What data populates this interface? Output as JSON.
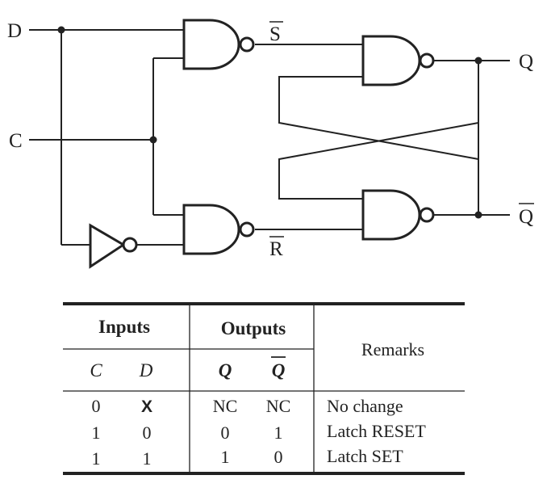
{
  "circuit": {
    "input_d": "D",
    "input_c": "C",
    "s_bar": "S",
    "r_bar": "R",
    "out_q": "Q",
    "out_q_bar": "Q"
  },
  "table": {
    "group_inputs": "Inputs",
    "group_outputs": "Outputs",
    "remarks_header": "Remarks",
    "col_c": "C",
    "col_d": "D",
    "col_q": "Q",
    "col_qbar": "Q",
    "rows": [
      {
        "c": "0",
        "d": "X",
        "q": "NC",
        "qbar": "NC",
        "remark": "No change"
      },
      {
        "c": "1",
        "d": "0",
        "q": "0",
        "qbar": "1",
        "remark": "Latch RESET"
      },
      {
        "c": "1",
        "d": "1",
        "q": "1",
        "qbar": "0",
        "remark": "Latch SET"
      }
    ]
  }
}
